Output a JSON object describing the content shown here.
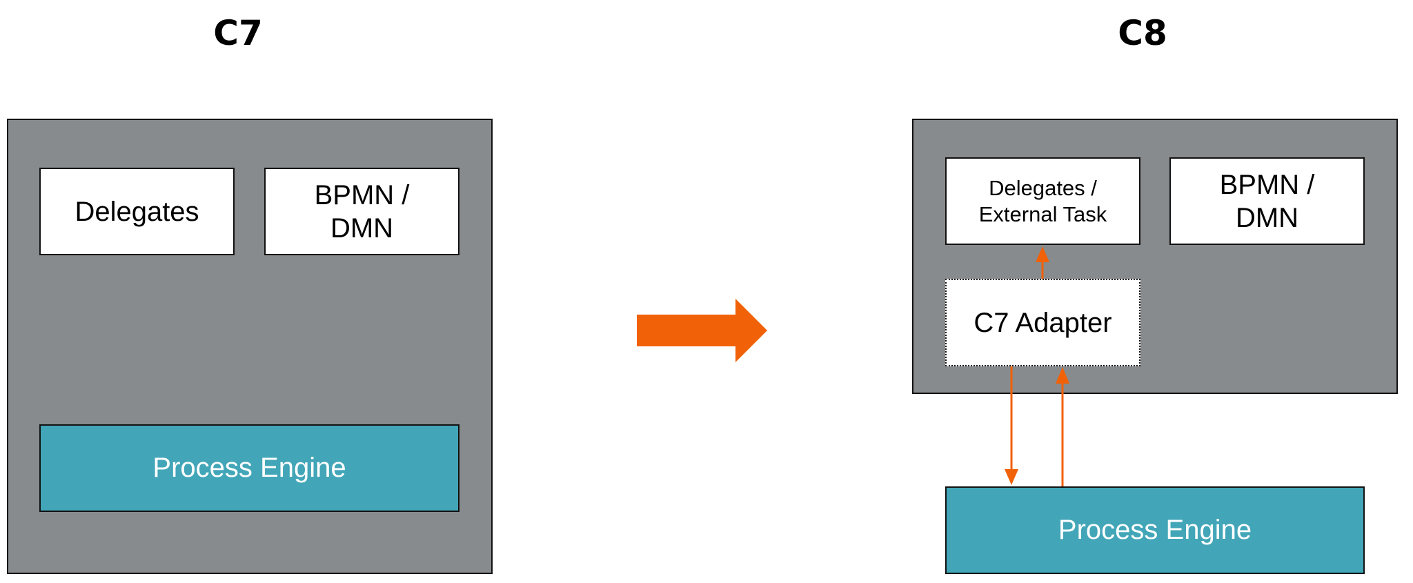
{
  "colors": {
    "container": "#888b8d",
    "box": "#ffffff",
    "engine": "#42a6b8",
    "arrow": "#f16107",
    "border": "#111111"
  },
  "left": {
    "title": "C7",
    "delegates": "Delegates",
    "bpmn_line1": "BPMN /",
    "bpmn_line2": "DMN",
    "engine": "Process Engine"
  },
  "right": {
    "title": "C8",
    "delegates_line1": "Delegates /",
    "delegates_line2": "External Task",
    "bpmn_line1": "BPMN /",
    "bpmn_line2": "DMN",
    "adapter": "C7 Adapter",
    "engine": "Process Engine"
  },
  "icons": {
    "transition": "arrow-right-icon",
    "adapter_to_delegates": "arrow-up-icon",
    "adapter_to_engine": "arrow-down-icon",
    "engine_to_adapter": "arrow-up-icon"
  }
}
